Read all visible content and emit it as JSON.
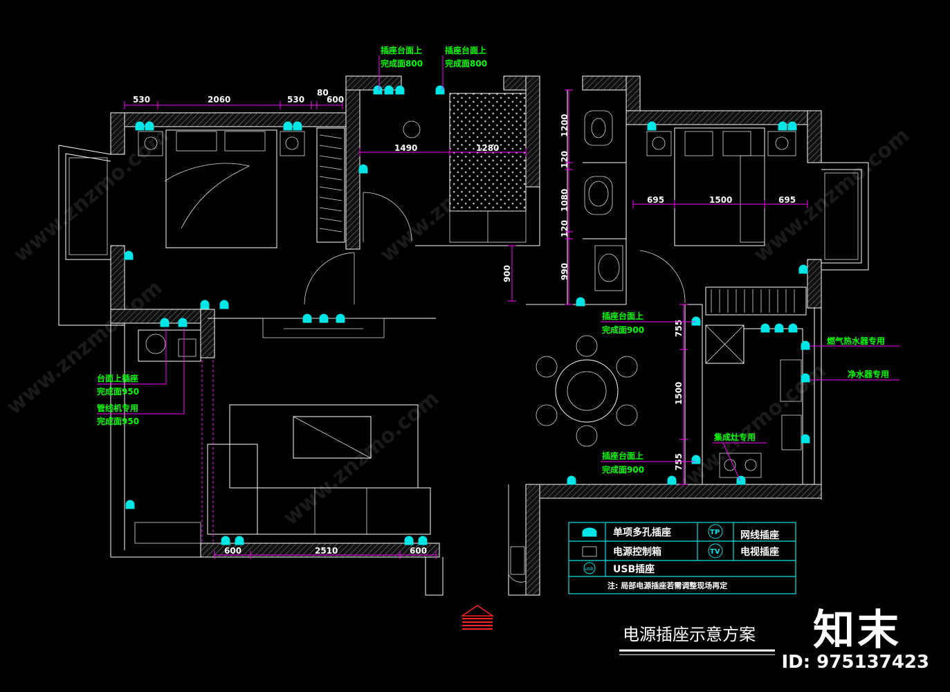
{
  "title": "电源插座示意方案",
  "brand": "知末",
  "id_label": "ID: 975137423",
  "watermark": "www.znzmo.com",
  "dims": {
    "top_left": [
      "530",
      "2060",
      "530",
      "80",
      "600"
    ],
    "study": [
      "1490",
      "1280"
    ],
    "bath_v": [
      "1200",
      "120",
      "1080",
      "120",
      "990"
    ],
    "corridor_v": "900",
    "bed2": [
      "695",
      "1500",
      "695"
    ],
    "dining_v": [
      "755",
      "1500",
      "755"
    ],
    "bottom": [
      "600",
      "2510",
      "600"
    ]
  },
  "notes": {
    "top1_l1": "插座台面上",
    "top1_l2": "完成面800",
    "top2_l1": "插座台面上",
    "top2_l2": "完成面800",
    "left1_l1": "台面上插座",
    "left1_l2": "完成面950",
    "left2_l1": "管线机专用",
    "left2_l2": "完成面950",
    "dine1_l1": "插座台面上",
    "dine1_l2": "完成面900",
    "dine2_l1": "插座台面上",
    "dine2_l2": "完成面900",
    "gas_heater": "燃气热水器专用",
    "water_purifier": "净水器专用",
    "stove": "集成灶专用"
  },
  "legend": {
    "multi_socket": "单项多孔插座",
    "network_socket": "网线插座",
    "power_box": "电源控制箱",
    "tv_socket": "电视插座",
    "usb_socket": "USB插座",
    "tp": "TP",
    "tv": "TV",
    "usb": "usb",
    "note": "注: 局部电源插座若需调整现场再定"
  },
  "colors": {
    "background": "#000000",
    "wall": "#ffffff",
    "dimension": "#ff00ff",
    "annotation": "#00ff00",
    "socket": "#00e5e5",
    "north": "#ff2020"
  }
}
